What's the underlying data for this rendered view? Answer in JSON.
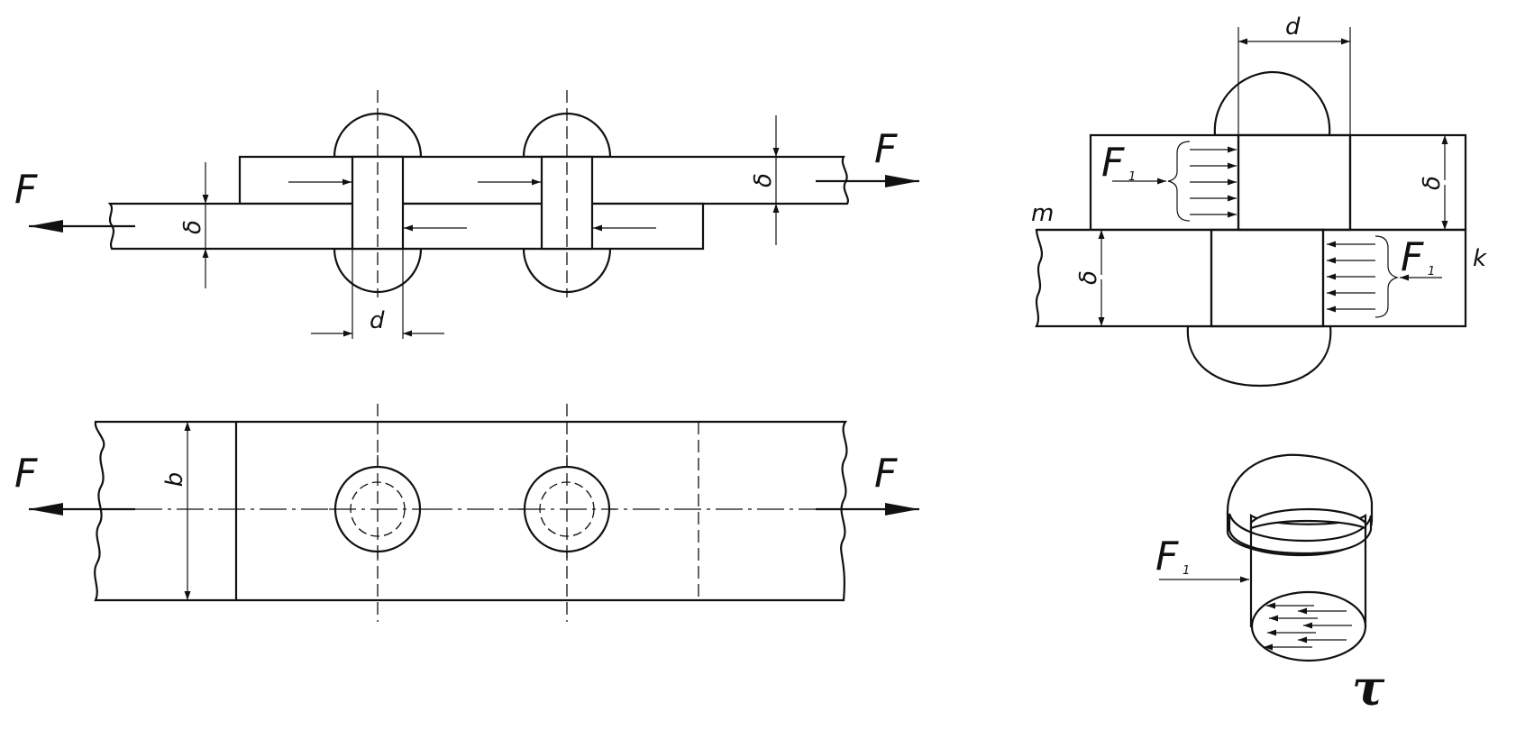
{
  "labels": {
    "force": "F",
    "force_part": "F",
    "subscript_one": "1",
    "thickness": "δ",
    "diameter": "d",
    "width": "b",
    "section_m": "m",
    "section_k": "k",
    "shear_stress": "τ"
  }
}
